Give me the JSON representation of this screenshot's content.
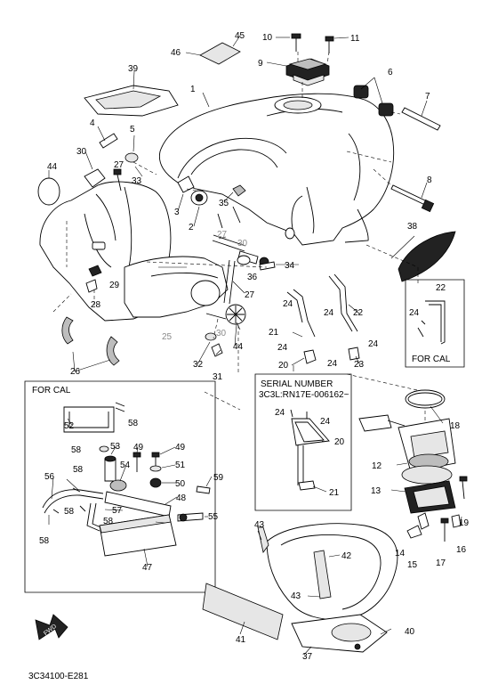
{
  "callouts": [
    "1",
    "2",
    "3",
    "4",
    "5",
    "6",
    "7",
    "8",
    "9",
    "10",
    "11",
    "12",
    "13",
    "14",
    "15",
    "16",
    "17",
    "18",
    "19",
    "20",
    "21",
    "22",
    "23",
    "24",
    "25",
    "26",
    "27",
    "28",
    "29",
    "30",
    "31",
    "32",
    "33",
    "34",
    "35",
    "36",
    "37",
    "38",
    "39",
    "40",
    "41",
    "42",
    "43",
    "44",
    "45",
    "46",
    "47",
    "48",
    "49",
    "50",
    "51",
    "52",
    "53",
    "54",
    "55",
    "56",
    "57",
    "58",
    "59"
  ],
  "boxes": {
    "for_cal_left": "FOR CAL",
    "for_cal_right": "FOR CAL",
    "serial_title": "SERIAL NUMBER",
    "serial_value": "3C3L:RN17E-006162~"
  },
  "fwd_label": "FWD",
  "diagram_code": "3C34100-E281"
}
